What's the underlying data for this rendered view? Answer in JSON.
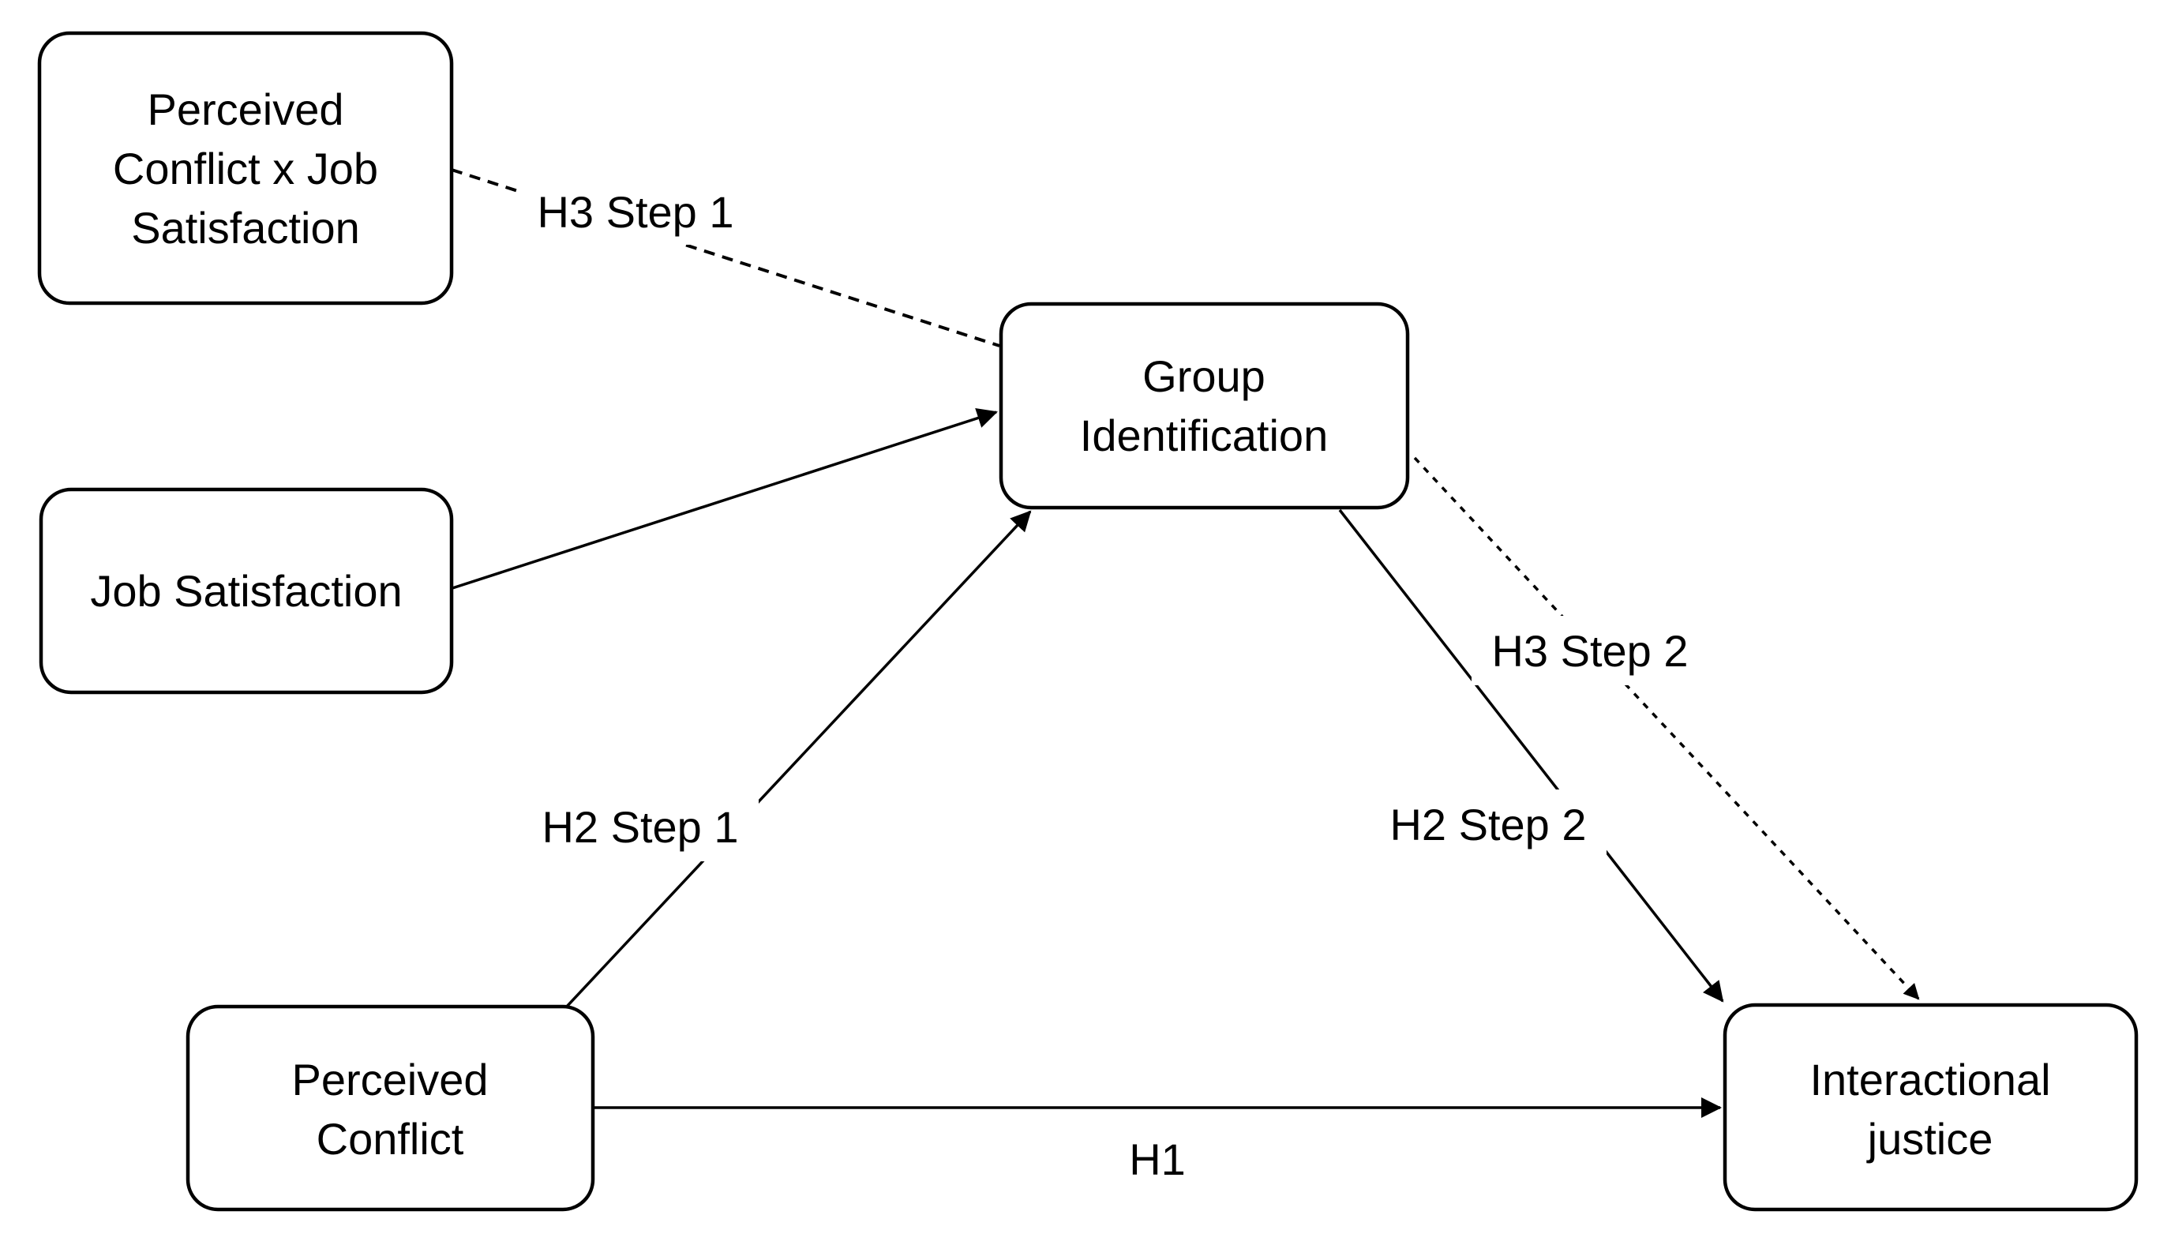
{
  "figure": {
    "background_color": "#ffffff",
    "line_color": "#000000",
    "text_color": "#000000",
    "box_fill_color": "#ffffff",
    "nodes": [
      {
        "id": "perceived-conflict-x-job-satisfaction",
        "lines": [
          "Perceived",
          "Conflict x Job",
          "Satisfaction"
        ]
      },
      {
        "id": "job-satisfaction",
        "lines": [
          "Job Satisfaction"
        ]
      },
      {
        "id": "group-identification",
        "lines": [
          "Group",
          "Identification"
        ]
      },
      {
        "id": "perceived-conflict",
        "lines": [
          "Perceived",
          "Conflict"
        ]
      },
      {
        "id": "interactional-justice",
        "lines": [
          "Interactional",
          "justice"
        ]
      }
    ],
    "edges": [
      {
        "id": "h3-step-1",
        "from": "perceived-conflict-x-job-satisfaction",
        "to": "group-identification",
        "style": "dashed",
        "arrowhead": false,
        "label": "H3 Step 1"
      },
      {
        "id": "job-satisfaction-to-group-identification",
        "from": "job-satisfaction",
        "to": "group-identification",
        "style": "solid",
        "arrowhead": true,
        "label": ""
      },
      {
        "id": "h2-step-1",
        "from": "perceived-conflict",
        "to": "group-identification",
        "style": "solid",
        "arrowhead": true,
        "label": "H2 Step 1"
      },
      {
        "id": "h1",
        "from": "perceived-conflict",
        "to": "interactional-justice",
        "style": "solid",
        "arrowhead": true,
        "label": "H1"
      },
      {
        "id": "h2-step-2",
        "from": "group-identification",
        "to": "interactional-justice",
        "style": "solid",
        "arrowhead": true,
        "label": "H2 Step 2"
      },
      {
        "id": "h3-step-2",
        "from": "group-identification",
        "to": "interactional-justice",
        "style": "dotted",
        "arrowhead": true,
        "label": "H3 Step 2"
      }
    ]
  }
}
